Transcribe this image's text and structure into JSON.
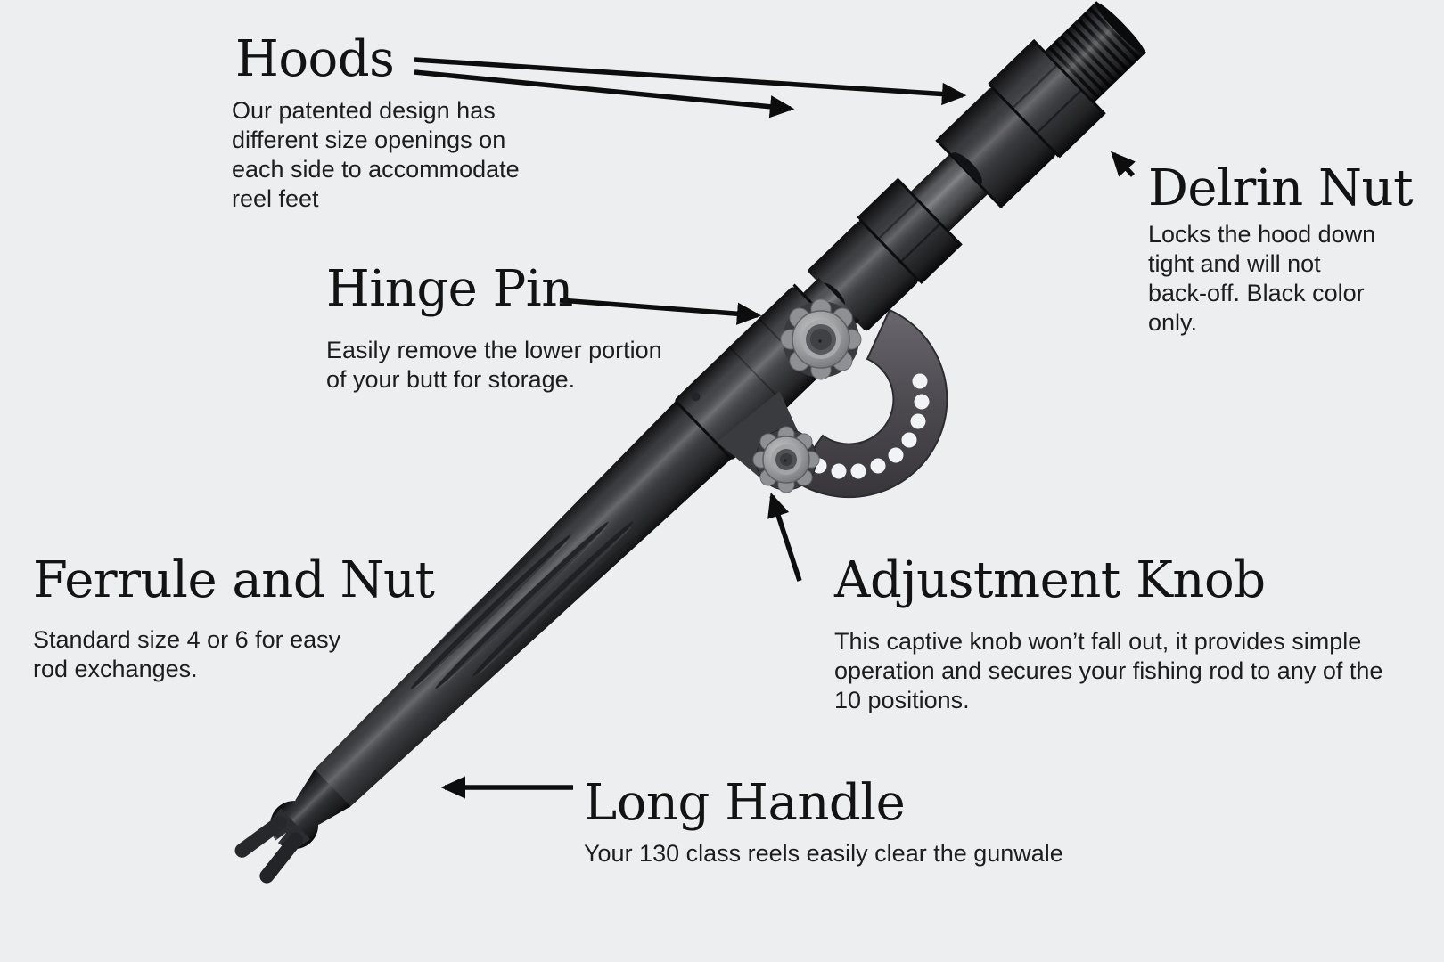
{
  "labels": {
    "hoods": {
      "title": "Hoods",
      "lines": [
        "Our patented design has",
        "different size openings on",
        "each side to accommodate",
        "reel feet"
      ]
    },
    "delrin_nut": {
      "title": "Delrin Nut",
      "lines": [
        "Locks the hood down",
        "tight and will not",
        "back-off. Black color",
        "only."
      ]
    },
    "hinge_pin": {
      "title": "Hinge Pin",
      "lines": [
        "Easily remove the lower portion",
        "of your butt for storage."
      ]
    },
    "ferrule_and_nut": {
      "title": "Ferrule and Nut",
      "lines": [
        "Standard size 4 or 6 for easy",
        "rod exchanges."
      ]
    },
    "adjustment_knob": {
      "title": "Adjustment Knob",
      "lines": [
        "This captive knob won’t fall out, it provides simple",
        "operation and secures your fishing rod to any of the",
        "10 positions."
      ]
    },
    "long_handle": {
      "title": "Long Handle",
      "lines": [
        "Your 130 class reels easily clear the gunwale"
      ]
    }
  },
  "figure": {
    "subject": "black swivel rod holder butt shown diagonally",
    "parts": [
      "threaded-stud",
      "delrin-nut",
      "hood",
      "ferrule-and-nut",
      "hinge-pin-knob",
      "adjustment-knob",
      "position-bracket",
      "long-handle",
      "gimbal-fork-end"
    ],
    "bracket_hole_count": 9,
    "colors": {
      "background": "#edeef0",
      "text": "#141414",
      "arrow": "#0d0d0d",
      "metal_dark": "#1a1b1d",
      "metal_mid": "#46474b",
      "metal_light": "#8b8c90",
      "knob_gray": "#9b9c9e",
      "bracket_hole": "#f2f3f5"
    }
  }
}
